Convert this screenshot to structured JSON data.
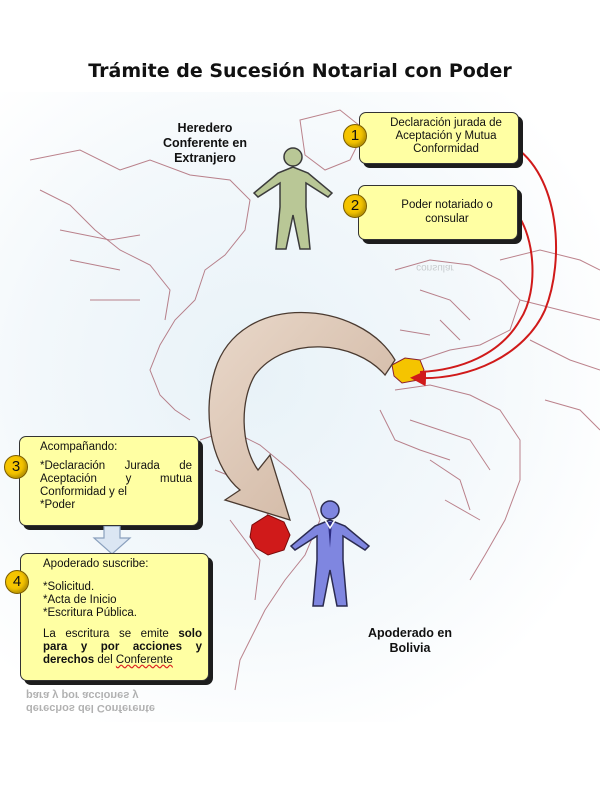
{
  "title": "Trámite de Sucesión Notarial con Poder",
  "heir_label": "Heredero Conferente en Extranjero",
  "heir_label_lines": [
    "Heredero",
    "Conferente en",
    "Extranjero"
  ],
  "agent_label_lines": [
    "Apoderado en",
    "Bolivia"
  ],
  "steps": [
    {
      "number": "1",
      "lines": [
        "Declaración jurada de",
        "Aceptación y Mutua",
        "Conformidad"
      ]
    },
    {
      "number": "2",
      "lines": [
        "Poder notariado o",
        "consular"
      ]
    },
    {
      "number": "3",
      "heading": "Acompañando:",
      "text": "*Declaración Jurada de Aceptación y mutua Conformidad y el",
      "text2": "*Poder"
    },
    {
      "number": "4",
      "heading": "Apoderado suscribe:",
      "items": [
        "*Solicitud.",
        "*Acta de Inicio",
        "*Escritura Pública."
      ],
      "note_prefix": "La escritura se emite ",
      "note_bold1": "solo para y por acciones y derechos",
      "note_mid": " del ",
      "note_end": "Conferente"
    }
  ],
  "reflection_lines": [
    "derechos del Conferente",
    "para y por acciones y"
  ],
  "colors": {
    "box_fill": "#ffffa3",
    "number_badge": "#f5c400",
    "heir_figure": "#b9c796",
    "agent_figure": "#7f86e0",
    "curve_arrow": "#d01a1a",
    "big_arrow": "#d8c2b0",
    "spain": "#f5c400",
    "bolivia": "#d01a1a",
    "border_lines": "#8a2030"
  },
  "icons": [
    "person-figure-icon",
    "person-suit-figure-icon",
    "curved-arrow-icon",
    "down-arrow-icon"
  ]
}
